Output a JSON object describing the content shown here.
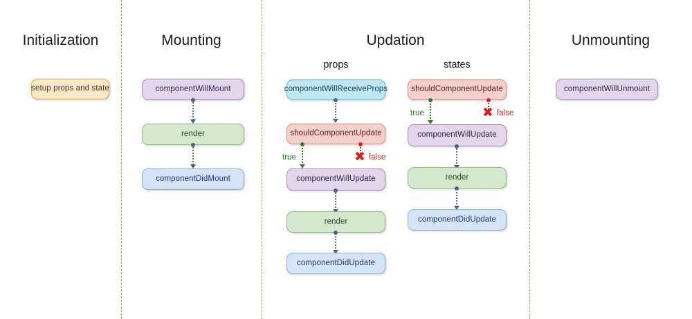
{
  "diagram": {
    "title_sections": [
      {
        "id": "initialization",
        "label": "Initialization"
      },
      {
        "id": "mounting",
        "label": "Mounting"
      },
      {
        "id": "updation",
        "label": "Updation"
      },
      {
        "id": "unmounting",
        "label": "Unmounting"
      }
    ],
    "sub_titles": [
      {
        "id": "props",
        "label": "props"
      },
      {
        "id": "states",
        "label": "states"
      }
    ],
    "nodes": [
      {
        "id": "setup-props-and-state",
        "label": "setup props and state",
        "color": "orange"
      },
      {
        "id": "mounting-will-mount",
        "label": "componentWillMount",
        "color": "purple"
      },
      {
        "id": "mounting-render",
        "label": "render",
        "color": "green"
      },
      {
        "id": "mounting-did-mount",
        "label": "componentDidMount",
        "color": "blue"
      },
      {
        "id": "props-will-receive-props",
        "label": "componentWillReceiveProps",
        "color": "cyan"
      },
      {
        "id": "props-should-update",
        "label": "shouldComponentUpdate",
        "color": "red"
      },
      {
        "id": "props-will-update",
        "label": "componentWillUpdate",
        "color": "purple"
      },
      {
        "id": "props-render",
        "label": "render",
        "color": "green"
      },
      {
        "id": "props-did-update",
        "label": "componentDidUpdate",
        "color": "blue"
      },
      {
        "id": "states-should-update",
        "label": "shouldComponentUpdate",
        "color": "red"
      },
      {
        "id": "states-will-update",
        "label": "componentWillUpdate",
        "color": "purple"
      },
      {
        "id": "states-render",
        "label": "render",
        "color": "green"
      },
      {
        "id": "states-did-update",
        "label": "componentDidUpdate",
        "color": "blue"
      },
      {
        "id": "unmounting-will-unmount",
        "label": "componentWillUnmount",
        "color": "purple"
      }
    ],
    "branch_labels": [
      {
        "id": "props-true",
        "label": "true"
      },
      {
        "id": "props-false",
        "label": "false"
      },
      {
        "id": "states-true",
        "label": "true"
      },
      {
        "id": "states-false",
        "label": "false"
      }
    ],
    "x_marks": [
      {
        "id": "props-false-x",
        "glyph": "✖"
      },
      {
        "id": "states-false-x",
        "glyph": "✖"
      }
    ],
    "colors": {
      "divider": "#7aa85a",
      "connector": "#4c5c85",
      "true_branch": "#2f7a2f",
      "false_branch": "#c72a2a",
      "x_mark": "#d81f1f",
      "background": "#ffffff"
    }
  }
}
